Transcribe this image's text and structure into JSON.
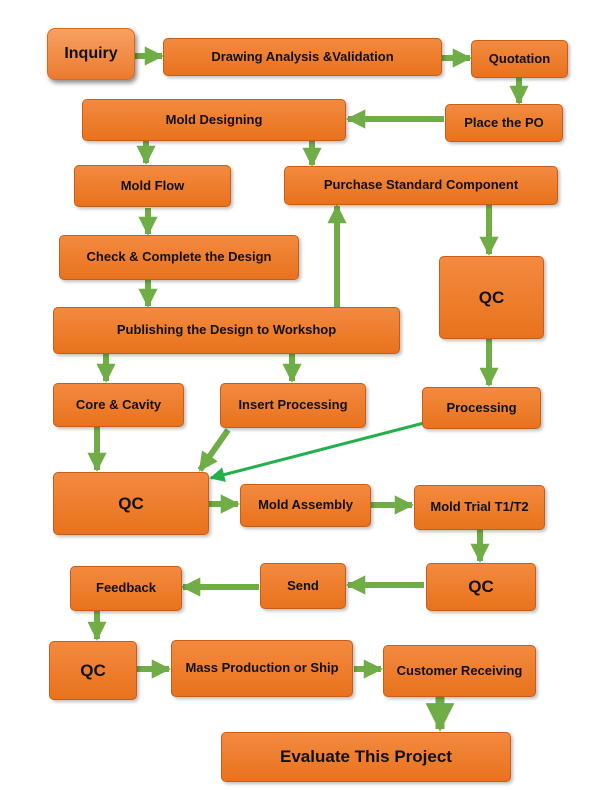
{
  "nodes": {
    "inquiry": "Inquiry",
    "drawing_analysis": "Drawing Analysis &Validation",
    "quotation": "Quotation",
    "place_po": "Place the PO",
    "mold_designing": "Mold Designing",
    "mold_flow": "Mold Flow",
    "purchase_standard": "Purchase Standard Component",
    "check_complete": "Check & Complete the Design",
    "qc_purchase": "QC",
    "publishing": "Publishing the Design to Workshop",
    "core_cavity": "Core & Cavity",
    "insert_processing": "Insert Processing",
    "processing": "Processing",
    "qc_parts": "QC",
    "mold_assembly": "Mold Assembly",
    "mold_trial": "Mold Trial T1/T2",
    "qc_trial": "QC",
    "send": "Send",
    "feedback": "Feedback",
    "qc_feedback": "QC",
    "mass_production": "Mass Production or Ship",
    "customer_receiving": "Customer Receiving",
    "evaluate": "Evaluate This Project"
  },
  "colors": {
    "box_fill": "#ed7b2b",
    "box_border": "#c55f17",
    "arrow": "#70ad47",
    "arrow_highlight": "#22b04b"
  }
}
